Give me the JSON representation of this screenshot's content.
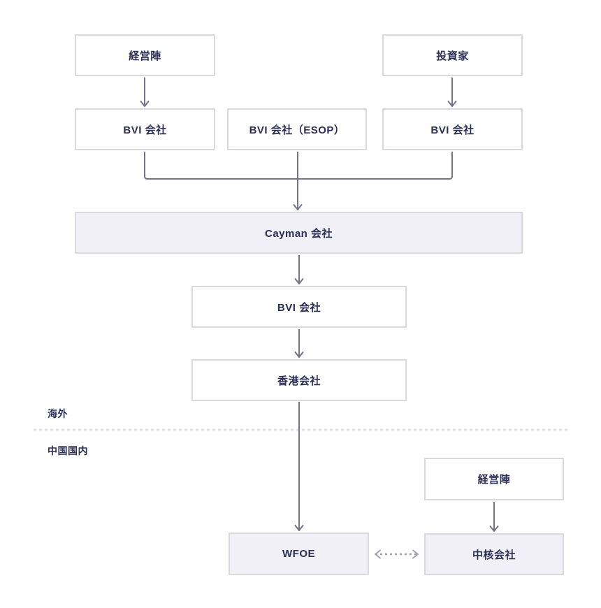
{
  "colors": {
    "background": "#ffffff",
    "box_border": "#d9d9de",
    "box_fill": "#ffffff",
    "highlight_fill": "#f0f0f6",
    "text": "#2b2e55",
    "arrow": "#73738c",
    "dashed_arrow": "#a3a3b0",
    "divider": "#dcdcdf"
  },
  "regions": {
    "overseas": "海外",
    "china": "中国国内"
  },
  "nodes": {
    "management_offshore": {
      "label": "経営陣"
    },
    "investors": {
      "label": "投資家"
    },
    "bvi_management": {
      "label": "BVI 会社"
    },
    "bvi_esop": {
      "label": "BVI 会社（ESOP）"
    },
    "bvi_investors": {
      "label": "BVI 会社"
    },
    "cayman": {
      "label": "Cayman 会社"
    },
    "bvi_holding": {
      "label": "BVI 会社"
    },
    "hongkong": {
      "label": "香港会社"
    },
    "wfoe": {
      "label": "WFOE"
    },
    "management_domestic": {
      "label": "経営陣"
    },
    "core_company": {
      "label": "中核会社"
    }
  }
}
